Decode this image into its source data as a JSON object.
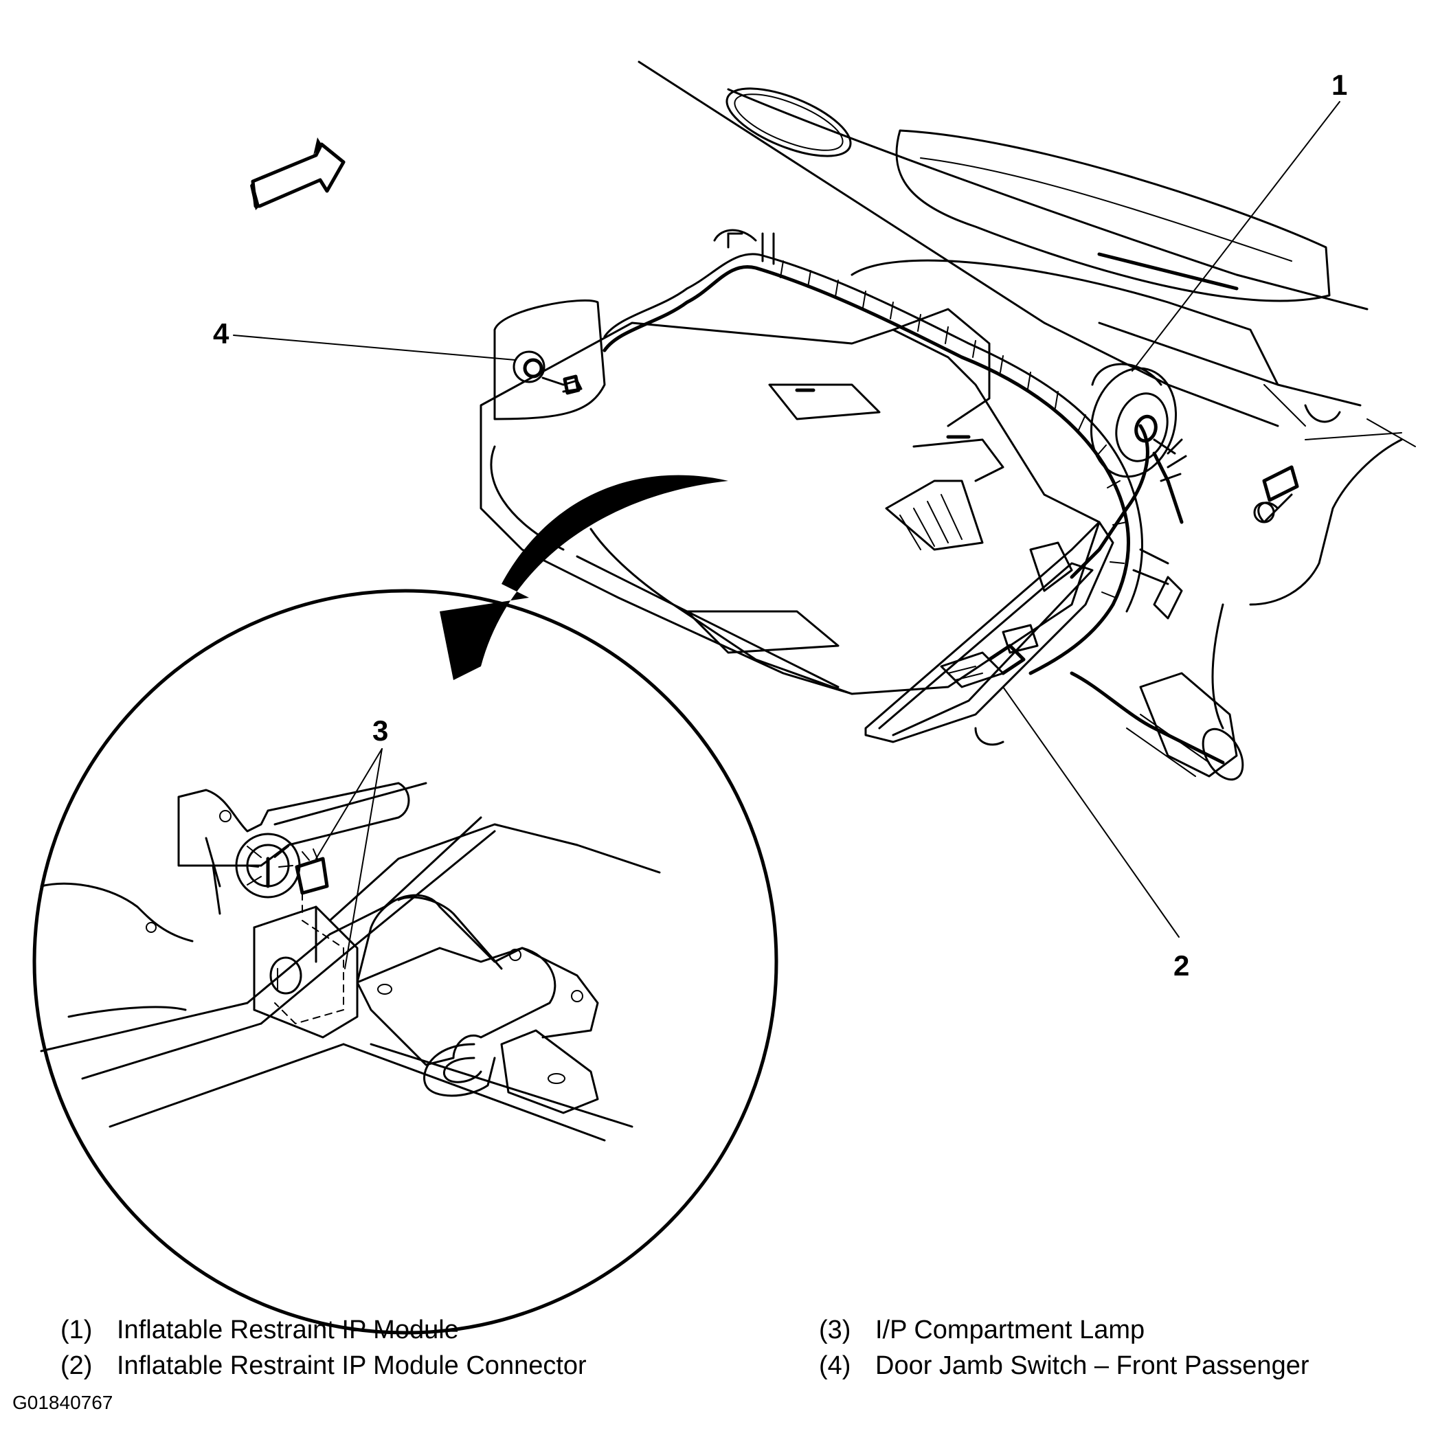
{
  "callouts": {
    "c1": "1",
    "c2": "2",
    "c3": "3",
    "c4": "4"
  },
  "legend": {
    "left": [
      {
        "num": "(1)",
        "text": "Inflatable Restraint IP Module"
      },
      {
        "num": "(2)",
        "text": "Inflatable Restraint IP Module Connector"
      }
    ],
    "right": [
      {
        "num": "(3)",
        "text": "I/P Compartment Lamp"
      },
      {
        "num": "(4)",
        "text": "Door Jamb Switch – Front Passenger"
      }
    ]
  },
  "figure_id": "G01840767"
}
